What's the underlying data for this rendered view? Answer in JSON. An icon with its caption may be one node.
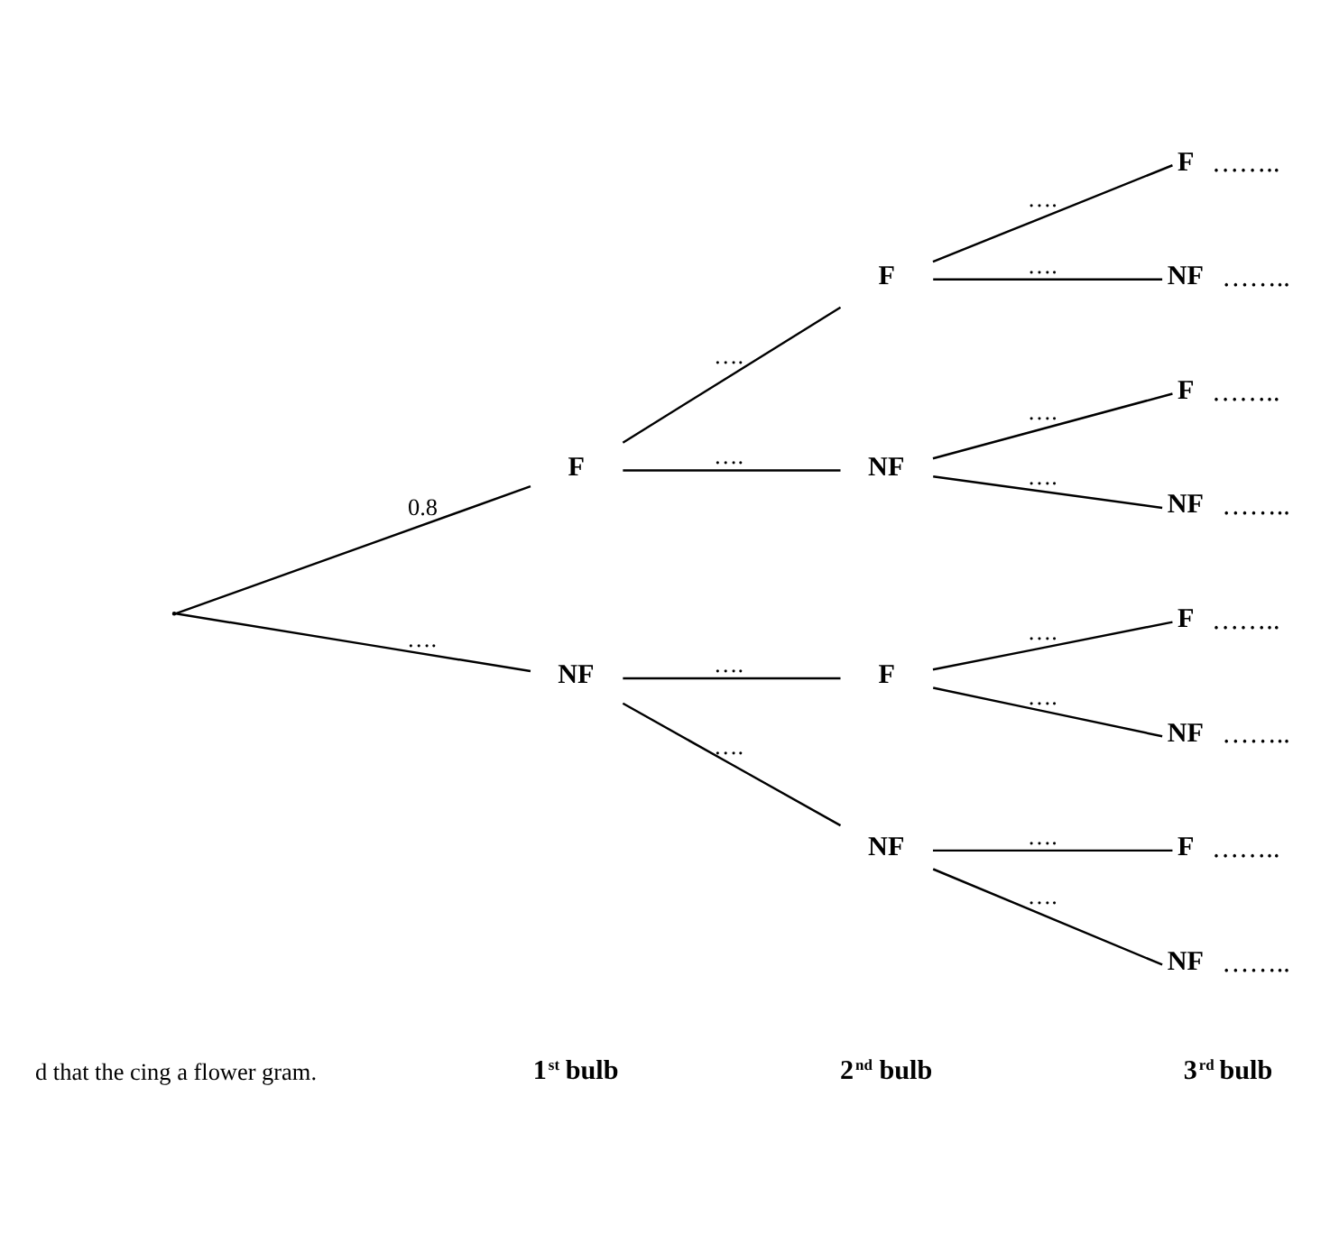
{
  "diagram": {
    "nodes": [
      {
        "text": [],
        "shape": "point"
      },
      {
        "text": [
          "F"
        ]
      },
      {
        "text": [
          "NF"
        ]
      },
      {
        "text": [
          "F"
        ]
      },
      {
        "text": [
          "NF"
        ]
      },
      {
        "text": [
          "F"
        ]
      },
      {
        "text": [
          "NF"
        ]
      },
      {
        "text": [
          "F"
        ],
        "beside": [
          "…….."
        ]
      },
      {
        "text": [
          "NF"
        ],
        "beside": [
          "…….."
        ]
      },
      {
        "text": [
          "F"
        ],
        "beside": [
          "…….."
        ]
      },
      {
        "text": [
          "NF"
        ],
        "beside": [
          "…….."
        ]
      },
      {
        "text": [
          "F"
        ],
        "beside": [
          "…….."
        ]
      },
      {
        "text": [
          "NF"
        ],
        "beside": [
          "…….."
        ]
      },
      {
        "text": [
          "F"
        ],
        "beside": [
          "…….."
        ]
      },
      {
        "text": [
          "NF"
        ],
        "beside": [
          "…….."
        ]
      }
    ],
    "edges": [
      {
        "from": 0,
        "to": 1,
        "arrow": "none",
        "label": "0.8"
      },
      {
        "from": 0,
        "to": 2,
        "arrow": "none",
        "label": "…."
      },
      {
        "from": 1,
        "to": 3,
        "arrow": "none",
        "label": "…."
      },
      {
        "from": 1,
        "to": 4,
        "arrow": "none",
        "label": "…."
      },
      {
        "from": 2,
        "to": 5,
        "arrow": "none",
        "label": "…."
      },
      {
        "from": 2,
        "to": 6,
        "arrow": "none",
        "label": "…."
      },
      {
        "from": 3,
        "to": 7,
        "arrow": "none",
        "label": "…."
      },
      {
        "from": 3,
        "to": 8,
        "arrow": "none",
        "label": "…."
      },
      {
        "from": 4,
        "to": 9,
        "arrow": "none",
        "label": "…."
      },
      {
        "from": 4,
        "to": 10,
        "arrow": "none",
        "label": "…."
      },
      {
        "from": 5,
        "to": 11,
        "arrow": "none",
        "label": "…."
      },
      {
        "from": 5,
        "to": 12,
        "arrow": "none",
        "label": "…."
      },
      {
        "from": 6,
        "to": 13,
        "arrow": "none",
        "label": "…."
      },
      {
        "from": 6,
        "to": 14,
        "arrow": "none",
        "label": "…."
      }
    ],
    "labels": [
      "d that the cing a flower gram.",
      "3$^{rd}$ bulb",
      "2$^{nd}$ bulb",
      "1$^{st}$ bulb"
    ]
  }
}
